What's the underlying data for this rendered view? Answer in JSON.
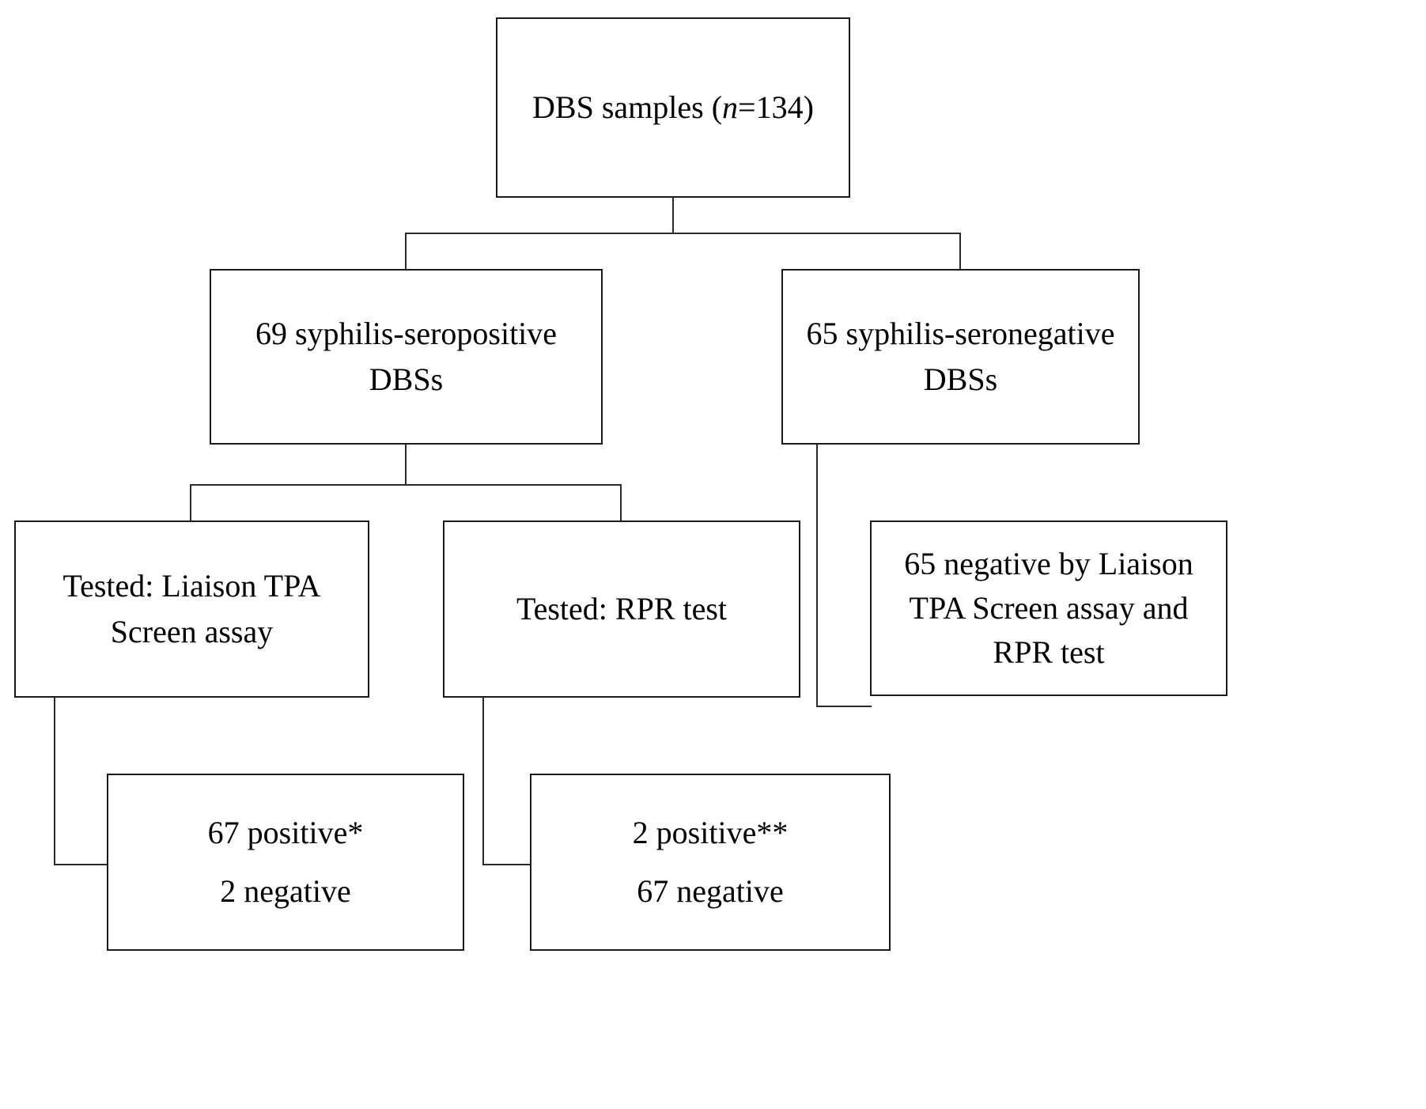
{
  "diagram": {
    "title": "DBS syphilis testing flowchart",
    "stroke_color": "#1a1a1a",
    "background_color": "#ffffff",
    "nodes": {
      "root": {
        "label_prefix": "DBS samples (",
        "label_italic": "n",
        "label_suffix": "=134)"
      },
      "seropositive": {
        "label": "69 syphilis-seropositive\nDBSs"
      },
      "seronegative": {
        "label": "65 syphilis-seronegative\nDBSs"
      },
      "tested_tpa": {
        "label": "Tested: Liaison TPA\nScreen assay"
      },
      "tested_rpr": {
        "label": "Tested: RPR test"
      },
      "negative_both": {
        "label": "65 negative by Liaison\nTPA Screen assay and\nRPR test"
      },
      "tpa_result": {
        "label": "67 positive*\n2 negative"
      },
      "rpr_result": {
        "label": "2 positive**\n67 negative"
      }
    }
  }
}
